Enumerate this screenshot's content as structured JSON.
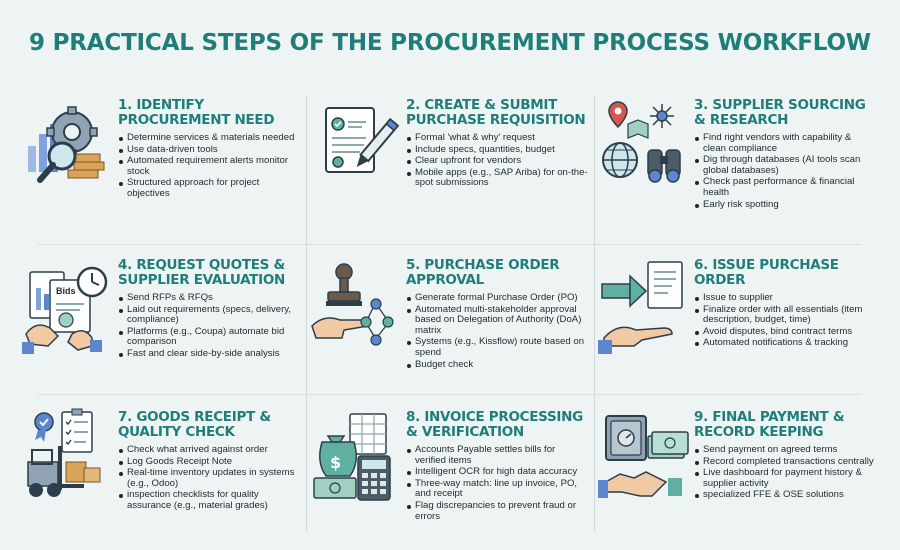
{
  "title": "9 PRACTICAL STEPS OF THE PROCUREMENT PROCESS WORKFLOW",
  "steps": [
    {
      "title": "1. IDENTIFY PROCUREMENT NEED",
      "icon": "gear-magnifier-icon",
      "bullets": [
        "Determine services & materials needed",
        "Use data-driven tools",
        "Automated requirement alerts monitor stock",
        "Structured approach for project objectives"
      ]
    },
    {
      "title": "2. CREATE & SUBMIT PURCHASE REQUISITION",
      "icon": "document-pen-icon",
      "bullets": [
        "Formal 'what & why' request",
        "Include specs, quantities, budget",
        "Clear upfront for vendors",
        "Mobile apps (e.g., SAP Ariba) for on-the-spot submissions"
      ]
    },
    {
      "title": "3. SUPPLIER SOURCING & RESEARCH",
      "icon": "globe-binoculars-icon",
      "bullets": [
        "Find right vendors with capability & clean compliance",
        "Dig through databases (AI tools scan global databases)",
        "Check past performance & financial health",
        "Early risk spotting"
      ]
    },
    {
      "title": "4. REQUEST QUOTES & SUPPLIER EVALUATION",
      "icon": "bids-clock-icon",
      "icon_label": "Bids",
      "bullets": [
        "Send RFPs & RFQs",
        "Laid out requirements (specs, delivery, compliance)",
        "Platforms (e.g., Coupa) automate bid comparison",
        "Fast and clear side-by-side analysis"
      ]
    },
    {
      "title": "5. PURCHASE ORDER APPROVAL",
      "icon": "stamp-hand-icon",
      "bullets": [
        "Generate formal Purchase Order (PO)",
        "Automated multi-stakeholder approval based on Delegation of Authority (DoA) matrix",
        "Systems (e.g., Kissflow) route based on spend",
        "Budget check"
      ]
    },
    {
      "title": "6. ISSUE PURCHASE ORDER",
      "icon": "arrow-document-hand-icon",
      "bullets": [
        "Issue to supplier",
        "Finalize order with all essentials (item description, budget, time)",
        "Avoid disputes, bind contract terms",
        "Automated notifications & tracking"
      ]
    },
    {
      "title": "7. GOODS RECEIPT & QUALITY CHECK",
      "icon": "forklift-checklist-icon",
      "bullets": [
        "Check what arrived against order",
        "Log Goods Receipt Note",
        "Real-time inventory updates in systems (e.g., Odoo)",
        "inspection checklists for quality assurance (e.g., material grades)"
      ]
    },
    {
      "title": "8. INVOICE PROCESSING & VERIFICATION",
      "icon": "money-calculator-icon",
      "bullets": [
        "Accounts Payable settles bills for verified items",
        "Intelligent OCR for high data accuracy",
        "Three-way match: line up invoice, PO, and receipt",
        "Flag discrepancies to prevent fraud or errors"
      ]
    },
    {
      "title": "9. FINAL PAYMENT & RECORD KEEPING",
      "icon": "safe-handshake-icon",
      "bullets": [
        "Send payment on agreed terms",
        "Record completed transactions centrally",
        "Live dashboard for payment history & supplier activity",
        "specialized FFE & OSE solutions"
      ]
    }
  ]
}
